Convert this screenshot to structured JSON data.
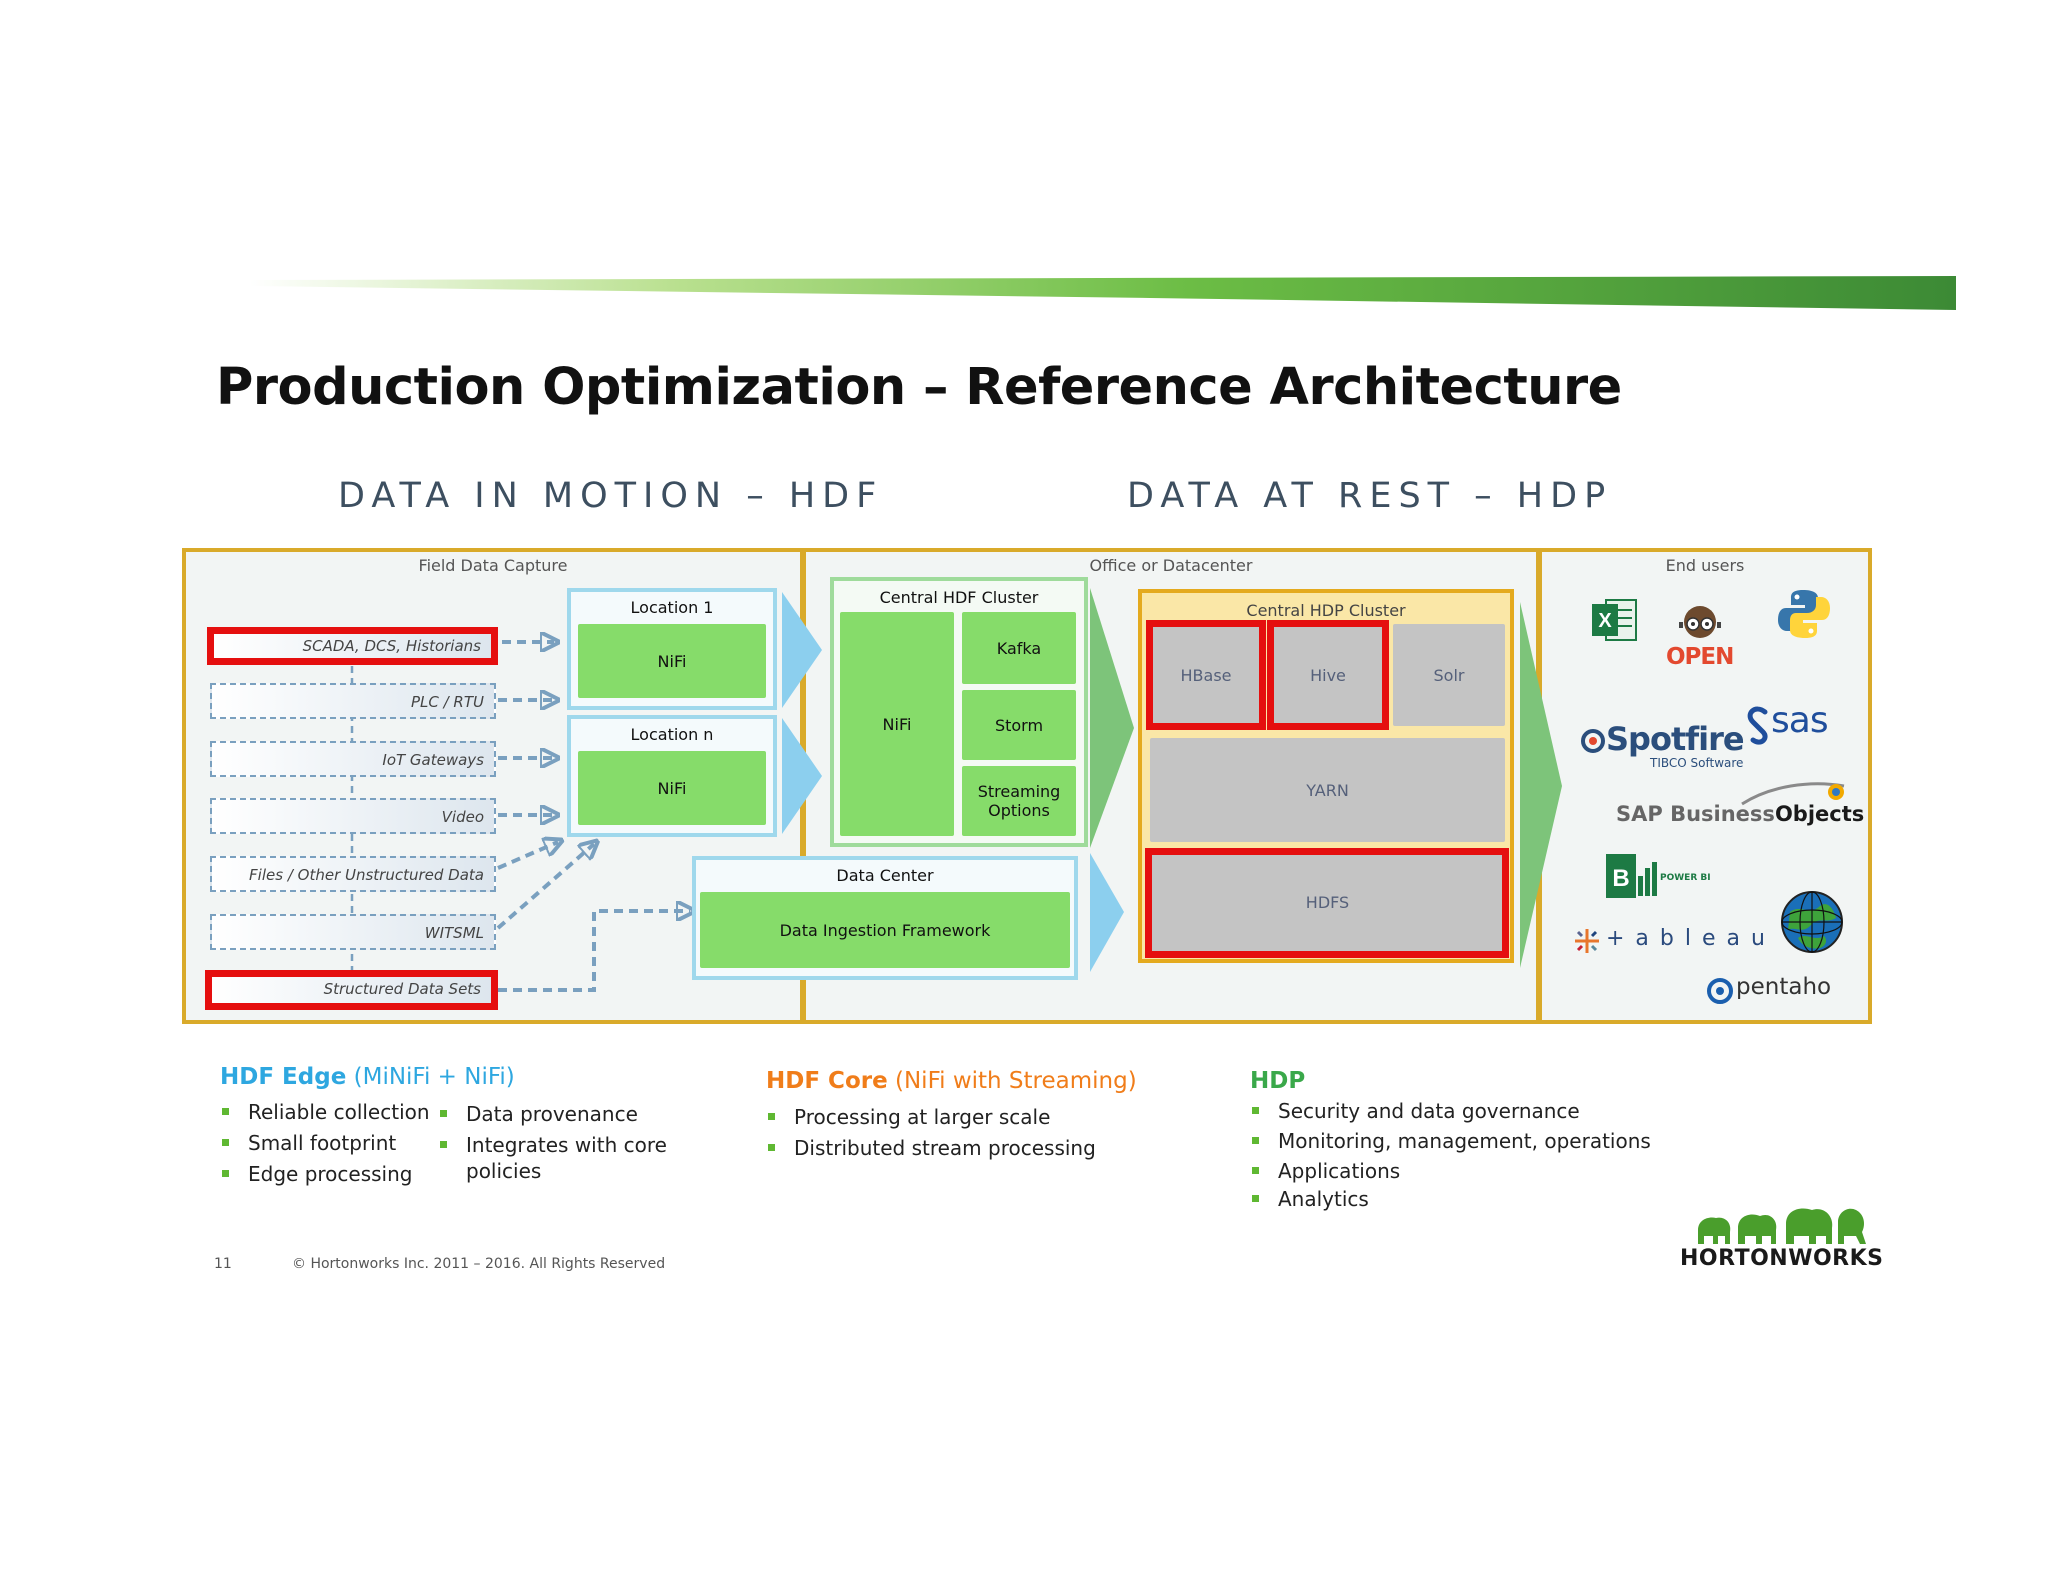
{
  "slide": {
    "title": "Production Optimization – Reference Architecture",
    "heading_left": "DATA IN MOTION – HDF",
    "heading_right": "DATA AT REST – HDP"
  },
  "diagram": {
    "field_panel_label": "Field Data Capture",
    "office_panel_label": "Office or Datacenter",
    "users_panel_label": "End users",
    "sources": [
      {
        "label": "SCADA, DCS, Historians",
        "highlighted": true
      },
      {
        "label": "PLC / RTU",
        "highlighted": false
      },
      {
        "label": "IoT Gateways",
        "highlighted": false
      },
      {
        "label": "Video",
        "highlighted": false
      },
      {
        "label": "Files / Other Unstructured Data",
        "highlighted": false
      },
      {
        "label": "WITSML",
        "highlighted": false
      },
      {
        "label": "Structured Data Sets",
        "highlighted": true
      }
    ],
    "locations": [
      {
        "title": "Location 1",
        "component": "NiFi"
      },
      {
        "title": "Location n",
        "component": "NiFi"
      }
    ],
    "hdf_cluster": {
      "title": "Central HDF Cluster",
      "nifi": "NiFi",
      "kafka": "Kafka",
      "storm": "Storm",
      "streaming": "Streaming Options"
    },
    "data_center": {
      "title": "Data Center",
      "component": "Data Ingestion Framework"
    },
    "hdp_cluster": {
      "title": "Central HDP Cluster",
      "hbase": "HBase",
      "hive": "Hive",
      "solr": "Solr",
      "yarn": "YARN",
      "hdfs": "HDFS"
    },
    "end_user_logos": [
      {
        "name": "excel-logo"
      },
      {
        "name": "open-logo",
        "text": "OPEN"
      },
      {
        "name": "python-logo"
      },
      {
        "name": "spotfire-logo",
        "text": "Spotfire",
        "sub": "TIBCO Software"
      },
      {
        "name": "sas-logo",
        "text": "sas"
      },
      {
        "name": "sap-businessobjects-logo",
        "text_a": "SAP Business",
        "text_b": "Objects"
      },
      {
        "name": "power-bi-logo",
        "text": "POWER BI"
      },
      {
        "name": "globe-logo"
      },
      {
        "name": "tableau-logo",
        "text": "+ a b l e a u"
      },
      {
        "name": "pentaho-logo",
        "text": "pentaho"
      }
    ],
    "colors": {
      "highlight_red": "#e50f0f",
      "panel_gold": "#d9aa2a",
      "nifi_green": "#86dc6a",
      "location_blue": "#9fd8ec",
      "hdp_yellow": "#fae7a7",
      "component_gray": "#c4c4c4"
    }
  },
  "sections": [
    {
      "title_bold": "HDF Edge",
      "title_rest": " (MiNiFi + NiFi)",
      "color": "#2ea7e0",
      "columns": [
        [
          "Reliable collection",
          "Small footprint",
          "Edge processing"
        ],
        [
          "Data provenance",
          "Integrates with core policies"
        ]
      ]
    },
    {
      "title_bold": "HDF Core",
      "title_rest": " (NiFi with Streaming)",
      "color": "#f07d1a",
      "columns": [
        [
          "Processing at larger scale",
          "Distributed stream processing"
        ]
      ]
    },
    {
      "title_bold": "HDP",
      "title_rest": "",
      "color": "#3aa84a",
      "columns": [
        [
          "Security and data governance",
          "Monitoring, management, operations",
          "Applications",
          "Analytics"
        ]
      ]
    }
  ],
  "footer": {
    "page_number": "11",
    "copyright": "© Hortonworks Inc. 2011 – 2016. All Rights Reserved",
    "logo_text": "HORTONWORKS"
  }
}
